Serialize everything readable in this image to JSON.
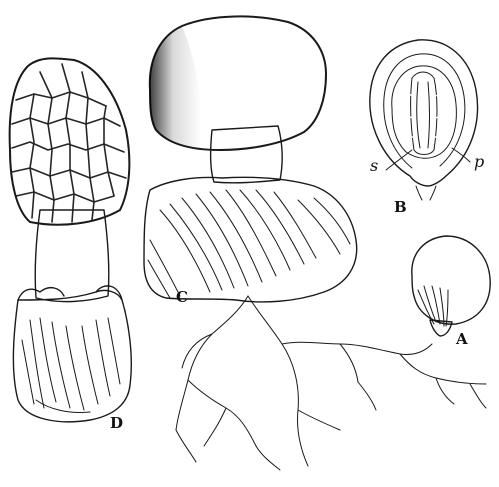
{
  "labels": {
    "a": "A",
    "b": "B",
    "c": "C",
    "d": "D",
    "s": "s",
    "p": "p"
  }
}
